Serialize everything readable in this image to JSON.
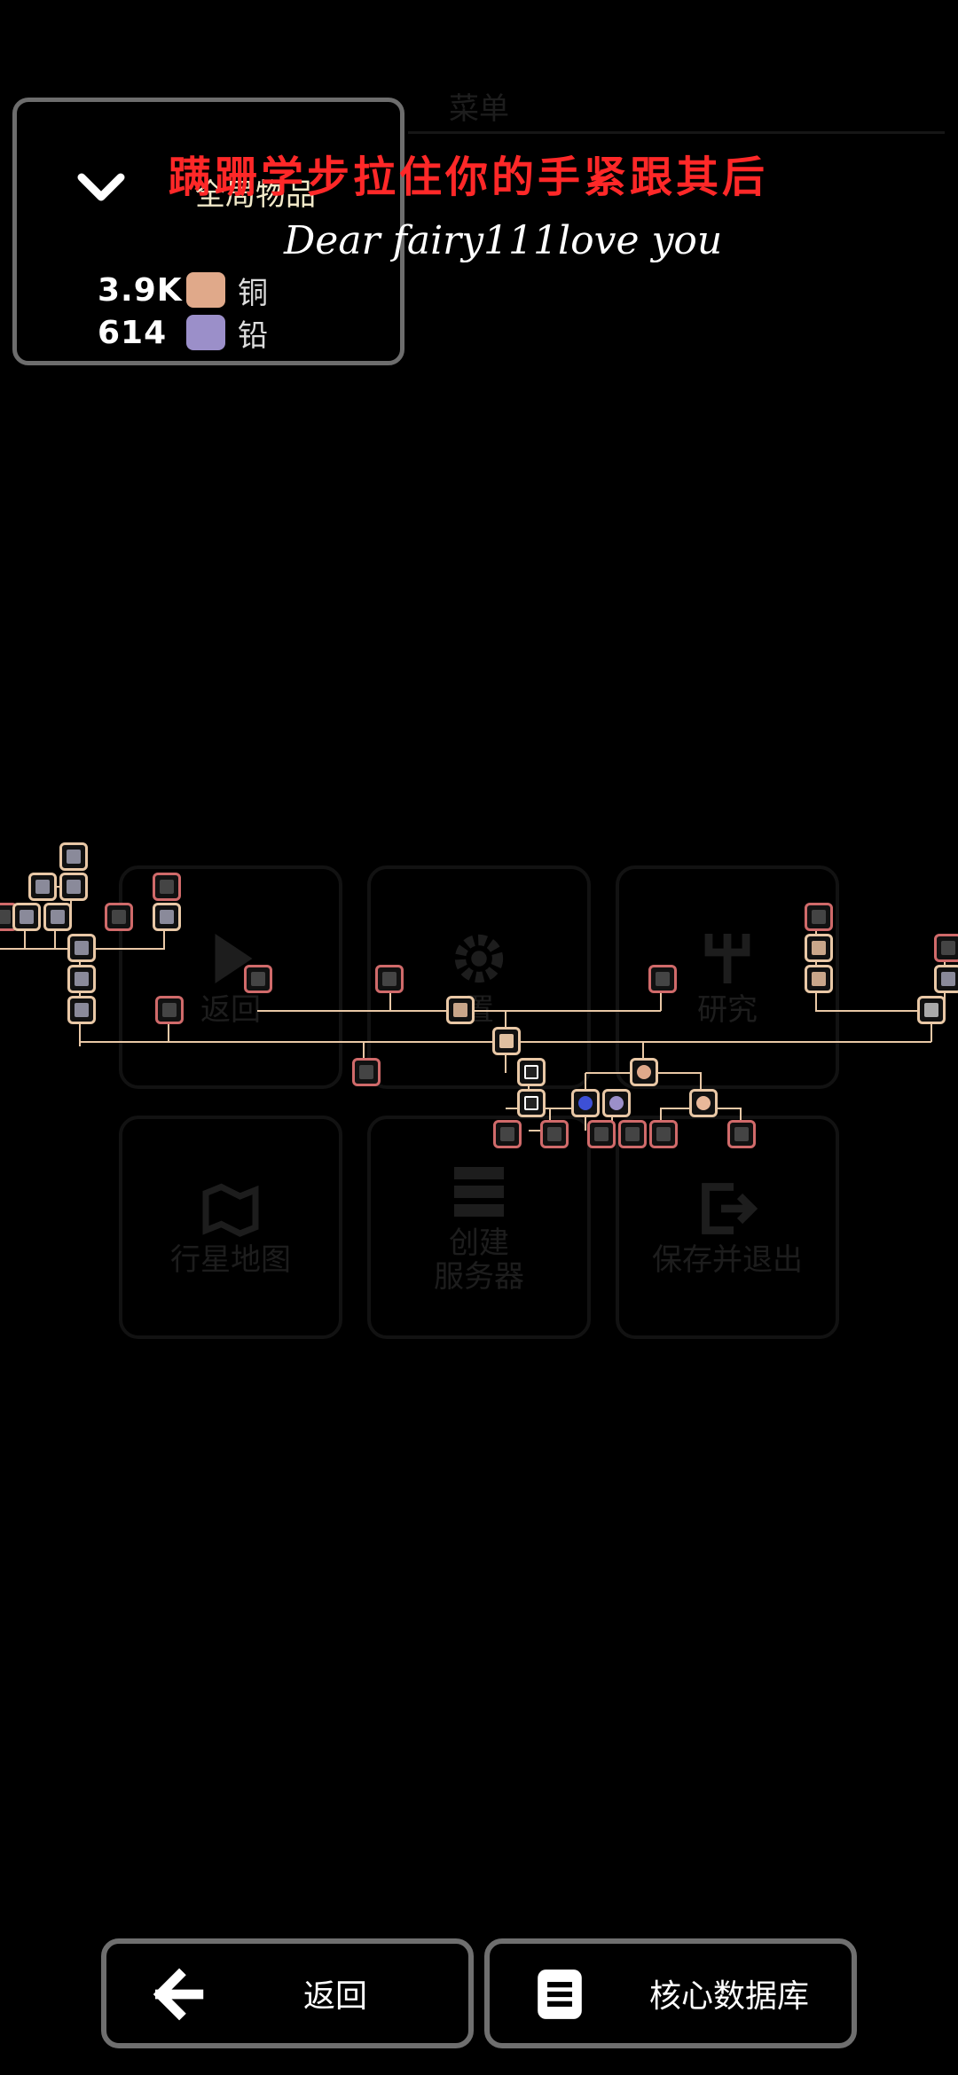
{
  "background_menu": {
    "title": "菜单",
    "tiles": [
      {
        "label": "返回",
        "icon": "play-icon"
      },
      {
        "label": "置",
        "icon": "gear-icon"
      },
      {
        "label": "研究",
        "icon": "research-tree-icon"
      },
      {
        "label": "行星地图",
        "icon": "map-icon"
      },
      {
        "label": "创建\n服务器",
        "icon": "server-icon"
      },
      {
        "label": "保存并退出",
        "icon": "exit-icon"
      }
    ]
  },
  "items_panel": {
    "title": "全局物品",
    "resources": [
      {
        "amount": "3.9K",
        "name": "铜",
        "color": "#e0a98a"
      },
      {
        "amount": "614",
        "name": "铅",
        "color": "#9b8fc9"
      }
    ]
  },
  "overlay": {
    "line1": "蹒跚学步拉住你的手紧跟其后",
    "line2": "Dear fairy111love you"
  },
  "colors": {
    "accent": "#e9c8a6",
    "locked": "#d06a6a",
    "overlay_red": "#ff2828"
  },
  "bottom_bar": {
    "back_label": "返回",
    "database_label": "核心数据库"
  }
}
